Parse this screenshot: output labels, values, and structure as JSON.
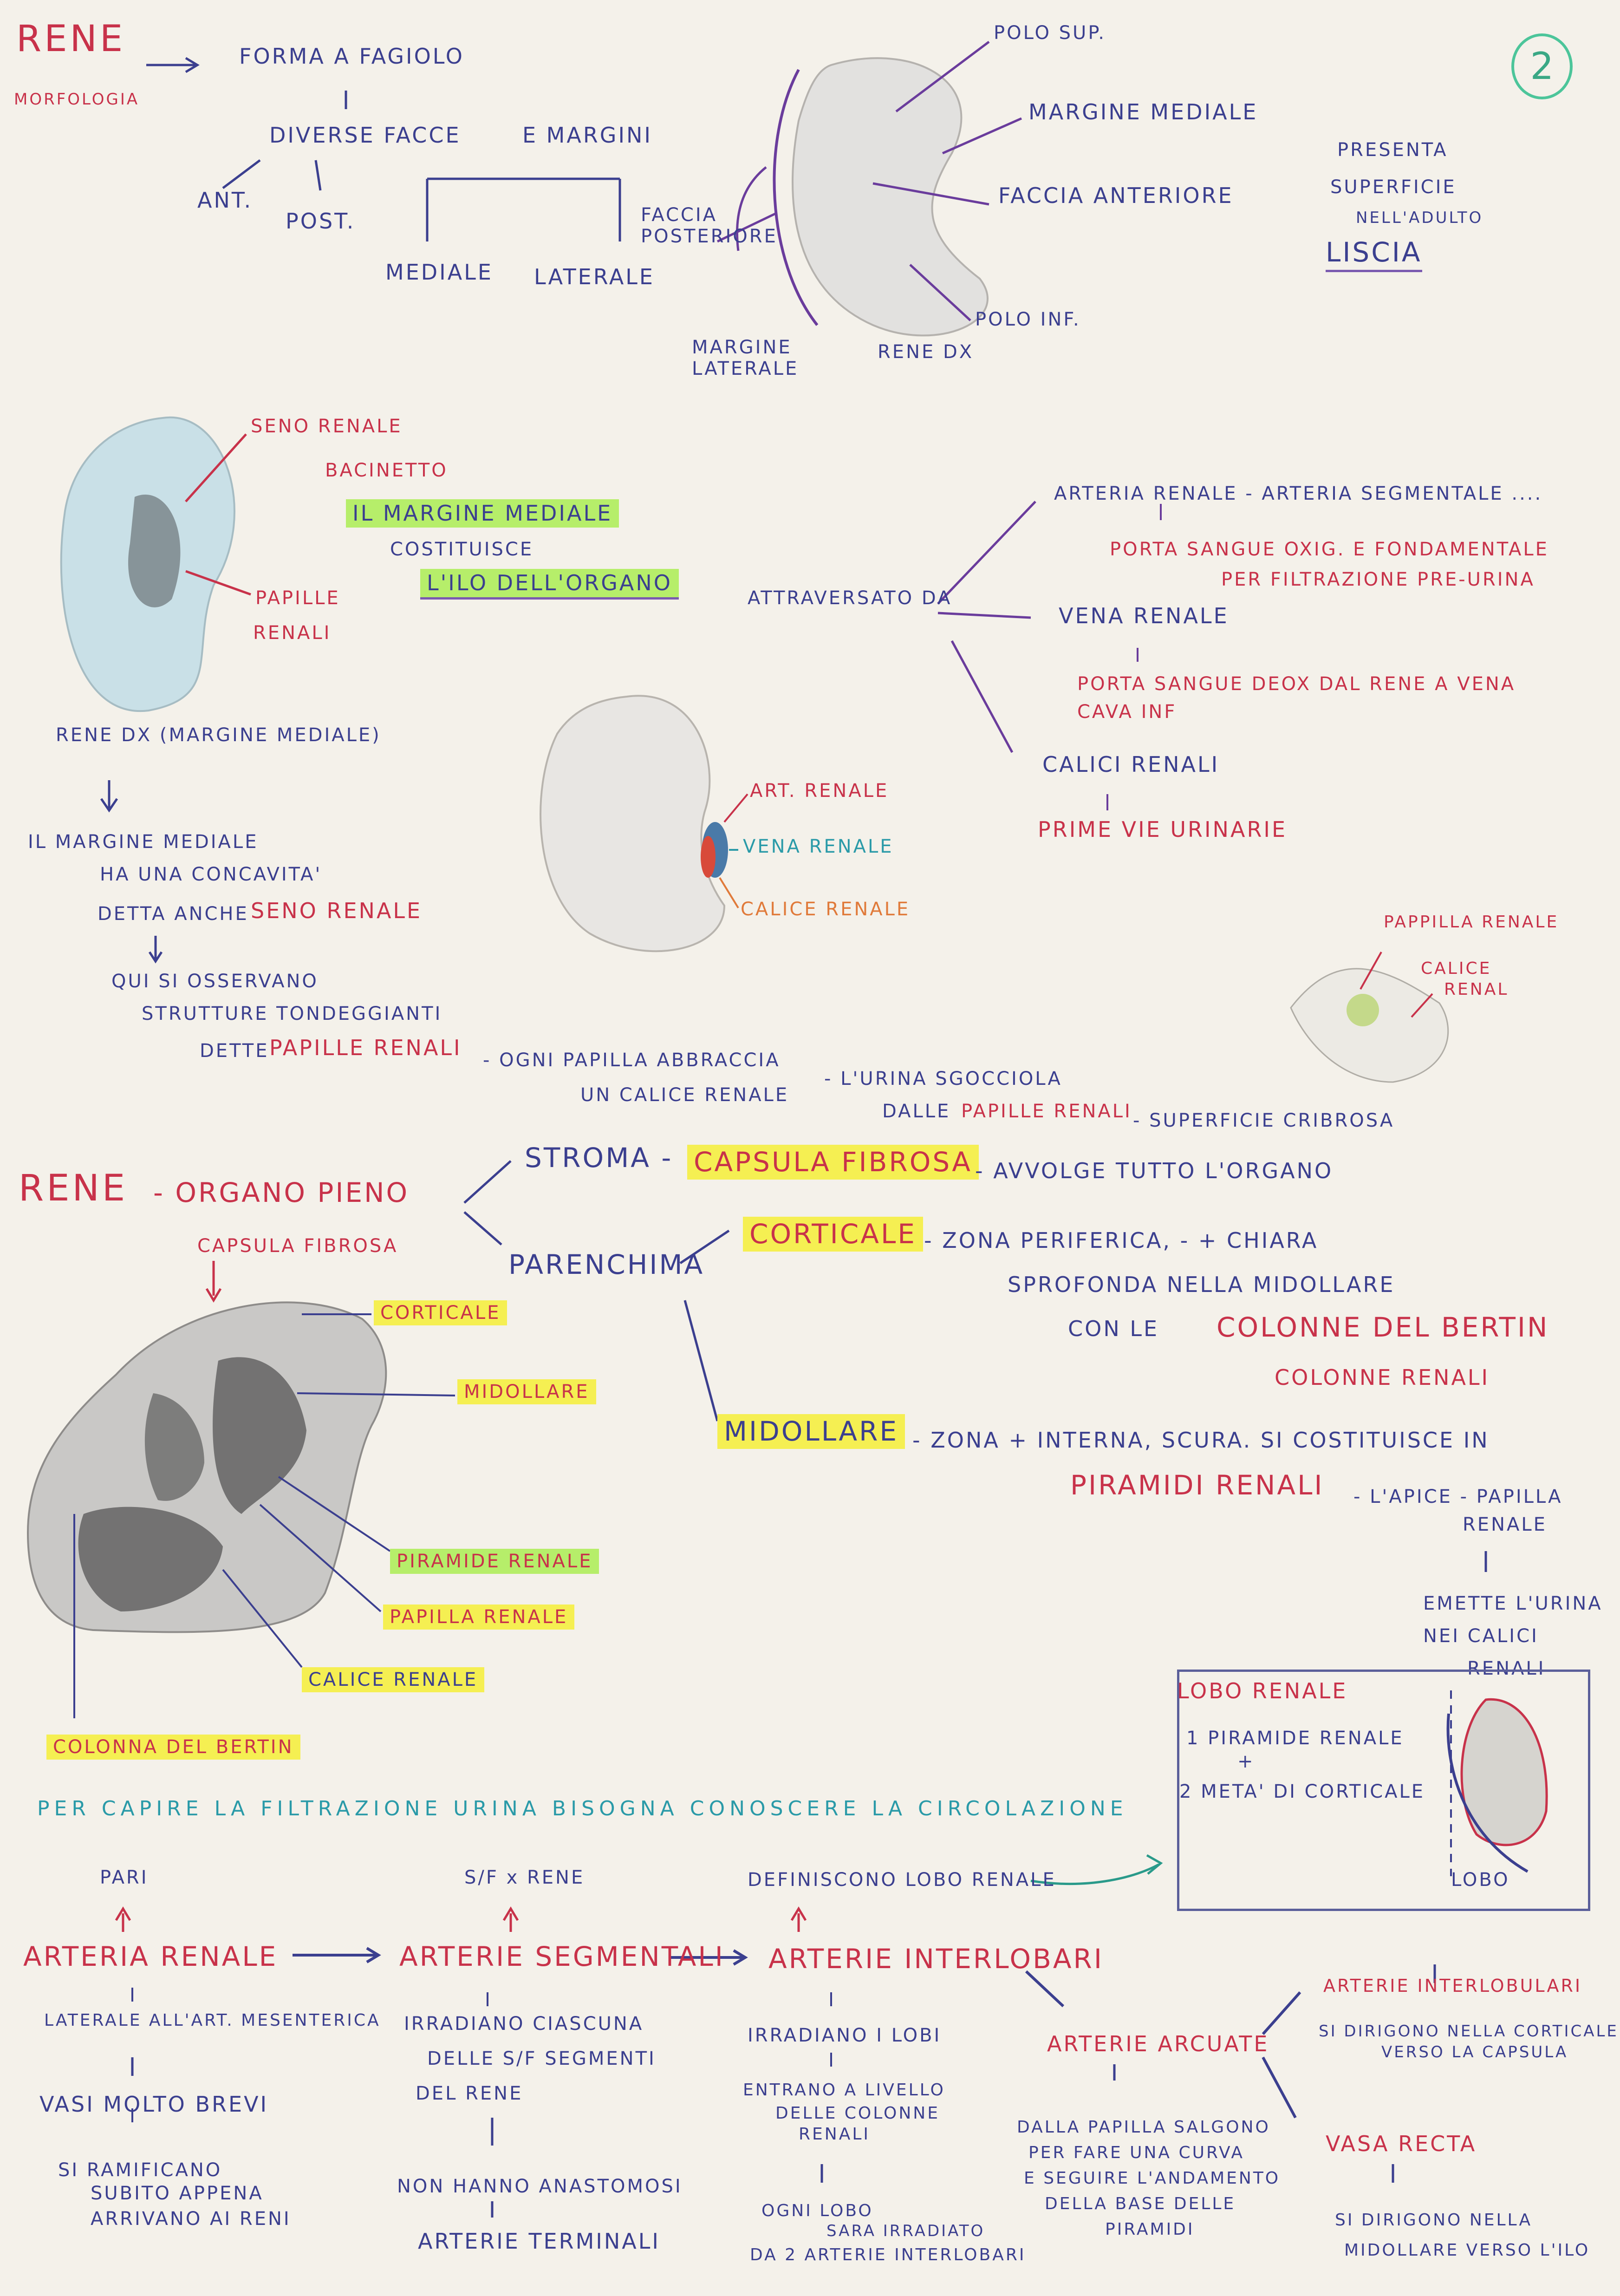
{
  "header": {
    "title": "RENE",
    "subtitle": "MORFOLOGIA",
    "shape": "FORMA A FAGIOLO",
    "faces": "DIVERSE FACCE",
    "margins": "E MARGINI",
    "ant": "ANT.",
    "post": "POST.",
    "mediale": "MEDIALE",
    "laterale": "LATERALE",
    "page_number": "2"
  },
  "kidney_labels": {
    "polo_sup": "POLO SUP.",
    "margine_mediale": "MARGINE MEDIALE",
    "faccia_anteriore": "FACCIA ANTERIORE",
    "faccia_posteriore": "FACCIA POSTERIORE",
    "polo_inf": "POLO INF.",
    "margine_laterale": "MARGINE LATERALE",
    "rene_dx": "RENE DX",
    "superficie_1": "PRESENTA",
    "superficie_2": "SUPERFICIE",
    "superficie_3": "NELL'ADULTO",
    "superficie_4": "LISCIA"
  },
  "hilum": {
    "seno_renale": "SENO RENALE",
    "bacinetto": "BACINETTO",
    "papille": "PAPILLE",
    "renali": "RENALI",
    "il_margine": "IL MARGINE MEDIALE",
    "costituisce": "COSTITUISCE",
    "ilo": "L'ILO DELL'ORGANO",
    "attraversato": "ATTRAVERSATO DA",
    "arteria": "ARTERIA RENALE - ARTERIA SEGMENTALE ....",
    "arteria_desc_1": "PORTA SANGUE OXIG. E FONDAMENTALE",
    "arteria_desc_2": "PER FILTRAZIONE PRE-URINA",
    "vena": "VENA RENALE",
    "vena_desc_1": "PORTA SANGUE DEOX DAL RENE A VENA",
    "vena_desc_2": "CAVA INF",
    "calici": "CALICI RENALI",
    "prime_vie": "PRIME VIE URINARIE",
    "art_renale": "ART. RENALE",
    "vena_renale": "VENA RENALE",
    "calice_renale": "CALICE RENALE",
    "rene_dx_mm": "RENE DX (MARGINE MEDIALE)"
  },
  "seno": {
    "line1": "IL MARGINE MEDIALE",
    "line2": "HA UNA CONCAVITA'",
    "line3a": "DETTA ANCHE",
    "line3b": "SENO RENALE",
    "line4": "QUI SI OSSERVANO",
    "line5": "STRUTTURE TONDEGGIANTI",
    "line6a": "DETTE",
    "line6b": "PAPILLE RENALI",
    "line6c": "- OGNI PAPILLA ABBRACCIA",
    "line7": "UN CALICE RENALE",
    "line8a": "- L'URINA SGOCCIOLA",
    "line8b": "DALLE",
    "line8c": "PAPILLE RENALI",
    "line8d": "- SUPERFICIE CRIBROSA",
    "pap_label": "PAPPILLA RENALE",
    "cal_label_1": "CALICE",
    "cal_label_2": "RENAL"
  },
  "organ": {
    "rene": "RENE",
    "organo_pieno": "- ORGANO PIENO",
    "stroma": "STROMA -",
    "capsula": "CAPSULA FIBROSA",
    "capsula_desc": "- AVVOLGE TUTTO L'ORGANO",
    "parenchima": "PARENCHIMA",
    "corticale": "CORTICALE",
    "corticale_1": "- ZONA PERIFERICA, - + CHIARA",
    "corticale_2": "SPROFONDA NELLA MIDOLLARE",
    "corticale_3a": "CON LE",
    "corticale_3b": "COLONNE DEL BERTIN",
    "corticale_4": "COLONNE RENALI",
    "midollare": "MIDOLLARE",
    "midollare_1": "- ZONA + INTERNA, SCURA. SI COSTITUISCE IN",
    "midollare_2a": "PIRAMIDI RENALI",
    "midollare_2b": "- L'APICE - PAPILLA",
    "midollare_3": "RENALE",
    "emette_1": "EMETTE L'URINA",
    "emette_2": "NEI CALICI",
    "emette_3": "RENALI",
    "d_capsula": "CAPSULA FIBROSA",
    "d_corticale": "CORTICALE",
    "d_midollare": "MIDOLLARE",
    "d_piramide": "PIRAMIDE RENALE",
    "d_papilla": "PAPILLA RENALE",
    "d_calice": "CALICE RENALE",
    "d_colonna": "COLONNA DEL BERTIN"
  },
  "lobo": {
    "title": "LOBO RENALE",
    "l1": "1 PIRAMIDE RENALE",
    "plus": "+",
    "l2": "2 META' DI CORTICALE",
    "caption": "LOBO"
  },
  "circulation": {
    "intro": "PER CAPIRE LA FILTRAZIONE URINA BISOGNA CONOSCERE LA CIRCOLAZIONE",
    "pari": "PARI",
    "art_renale": "ARTERIA RENALE",
    "laterale": "LATERALE ALL'ART. MESENTERICA",
    "vasi": "VASI MOLTO BREVI",
    "ramificano_1": "SI RAMIFICANO",
    "ramificano_2": "SUBITO APPENA",
    "ramificano_3": "ARRIVANO AI RENI",
    "sf": "S/F x RENE",
    "segmentali": "ARTERIE SEGMENTALI",
    "irradiano_1": "IRRADIANO CIASCUNA",
    "irradiano_2": "DELLE S/F SEGMENTI",
    "irradiano_3": "DEL RENE",
    "non_anast": "NON HANNO ANASTOMOSI",
    "terminali": "ARTERIE TERMINALI",
    "definiscono": "DEFINISCONO LOBO RENALE",
    "interlobari": "ARTERIE INTERLOBARI",
    "irr_lobi": "IRRADIANO I LOBI",
    "entrano_1": "ENTRANO A LIVELLO",
    "entrano_2": "DELLE COLONNE",
    "entrano_3": "RENALI",
    "ogni_lobo_1": "OGNI LOBO",
    "ogni_lobo_2": "SARA IRRADIATO",
    "ogni_lobo_3": "DA 2 ARTERIE INTERLOBARI",
    "arcuate": "ARTERIE ARCUATE",
    "dalla_1": "DALLA PAPILLA SALGONO",
    "dalla_2": "PER FARE UNA CURVA",
    "dalla_3": "E SEGUIRE L'ANDAMENTO",
    "dalla_4": "DELLA BASE DELLE",
    "dalla_5": "PIRAMIDI",
    "interlobulari": "ARTERIE INTERLOBULARI",
    "dirigono_1": "SI DIRIGONO NELLA CORTICALE",
    "dirigono_2": "VERSO LA CAPSULA",
    "vasa": "VASA RECTA",
    "vasa_1": "SI DIRIGONO NELLA",
    "vasa_2": "MIDOLLARE VERSO L'ILO"
  },
  "colors": {
    "ink_purple": "#3b3f8f",
    "ink_red": "#c8324a",
    "highlight_green": "#b6ee6a",
    "highlight_yellow": "#f5ef52",
    "page_circle": "#4cc59a"
  }
}
